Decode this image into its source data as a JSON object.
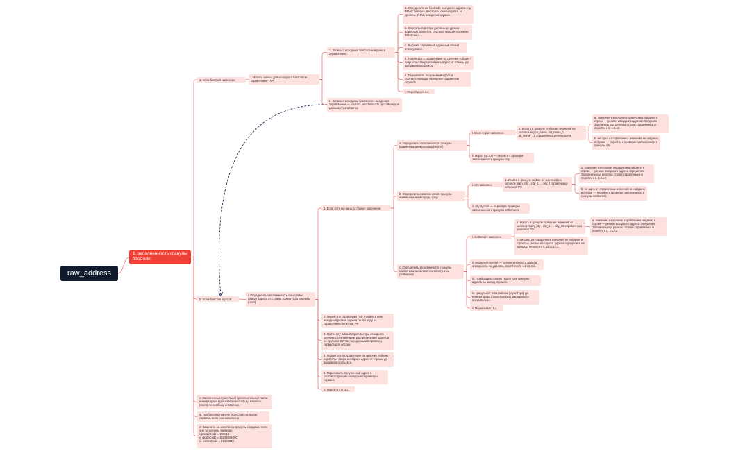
{
  "root": "raw_address",
  "main": "1. заполненность гранулы fiasCode:",
  "nodes": {
    "a": "a. Если fiasCode заполнен:",
    "a_i": "i. Искать запись для исходного fiasCode в справочнике ГАР.",
    "a_i_1": "1. Запись с исходным fiasCode найдена в справочнике:",
    "a_i_1_a": "a. Определить по fiasCode исходного адреса код ФИАС региона, в котором он находится, и уровень ФИАС исходного адреса.",
    "a_i_1_b": "b. Спуститься внутри региона до уровня адресных объектов, соответствующего уровню ФИАС из п. i.",
    "a_i_1_c": "c. Выбрать случайный адресный объект этого уровня.",
    "a_i_1_d": "d. Подняться в справочнике по цепочке «объект-родитель» вверх и собрать адрес от страны до выбранного объекта.",
    "a_i_1_e": "e. Переложить полученный адрес в соответствующие выходные параметры сервиса.",
    "a_i_1_f": "f. Перейти к п. 1.c.",
    "a_i_2": "2. Запись с исходным fiasCode не найдена в справочнике — считать, что fiasCode пустой и идти дальше по этой ветке",
    "b": "b. Если fiasCode пустой:",
    "b_i": "i. Определить заполненность смысловых гранул адреса от страны (country) до комнаты (room)",
    "b_i_1": "1. Если хотя бы одна из гранул заполнена:",
    "reg": "a. Определить заполненность гранулы наименованием региона (region)",
    "reg_i": "i. Если region заполнен:",
    "reg_i_1": "1. Искать в грануле любое из значений из колонок region_name, alt_name_1 … alt_name_10 справочника регионов РФ",
    "reg_i_1_a": "a. значение из колонки справочника найдено в строке — регион исходного адреса определен. Запомнить код региона строки справочника и перейти к п. 1.b.i.2.",
    "reg_i_1_b": "b. не одно из справочных значений не найдено в строке — перейти к проверке заполненности гранулы city",
    "reg_ii": "ii. region пустой — перейти к проверке заполненности гранулы city.",
    "city": "b. Определить заполненность гранулы наименованием города (city)",
    "city_i": "i. city заполнен",
    "city_i_1": "1. Искать в грануле любое из значений из колонок main_city , city_1 … city_l справочника регионов РФ",
    "city_i_1_a": "a. значение из колонки справочника найдено в строке — регион исходного адреса определен. Запомнить код региона строки справочника и перейти к п. 1.b.i.2.",
    "city_i_1_b": "b. ни одно из справочных значений не найдено в строке — перейти к проверке заполненности гранулы settlement.",
    "city_ii": "ii. city пустой — перейти к проверке заполненности гранулы settlement.",
    "set": "c. Определить заполненность гранулы наименованием населенного пункта (settlement)",
    "set_i": "i. settlement заполнен",
    "set_i_1": "1. Искать в грануле любое из значений из колонок main_city , city_1 … city_15 справочника регионов РФ",
    "set_i_1_a": "a. значение из колонки справочника найдено в строке — регион исходного адреса определен. Запомнить код региона строки справочника и перейти к п. 1.b.i.2.",
    "set_i_2": "2. ни одно из справочных значений не найдено в строке — регион исходного адреса определить не удалось, перейти к п. 1.b.i.1.c.i.",
    "set_ii": "ii. settlement пустой — регион исходного адреса определить не удалось, перейти к п. 1.b.i.1.c.iii.",
    "set_iii": "iii. Пробросить country regionType гранулы адреса на выход сервиса.",
    "set_iv": "iv. гранулы от типа района (rayonType) до номера дома (houseNumber) маскировать посимвольно",
    "set_v": "v. Перейти к п. 1.c.",
    "b_i_2": "2. Перейти в справочник ГАР и найти в нем исходный регион адреса по его коду из справочника регионов РФ.",
    "b_i_3": "3. Найти случайный адрес внутри исходного региона с сохранением распределения адресов по уровням ФИАС, переданным в проверку сервиса для сессии.",
    "b_i_4": "4. Подняться в справочнике по цепочке «объект-родитель» вверх и собрать адрес от страны до выбранного объекта.",
    "b_i_5": "5. Переложить полученный адрес в соответствующие выходные параметры сервиса",
    "b_i_6": "6. Перейти к п. 1.c.",
    "c": "c. Заполненные гранулы от дополнительной части номера дома I (houseNumberAdd) до комнаты (room) по особому алгоритму.",
    "d": "d. Пробросить гранулу oktmCode на выход сервиса, если она заполнена",
    "e": "e. Заменить на константы гранулы с кодами, если они заполнены на входе\ni. postalCode = 109012\nii. okatoCode = 45286585000\niii. oktmoCode = 45382000."
  },
  "colors": {
    "root": "#0f1b2d",
    "main": "#ef4036",
    "node": "#fde1df",
    "edge": "#e8706a",
    "dashed": "#1f2a55"
  }
}
